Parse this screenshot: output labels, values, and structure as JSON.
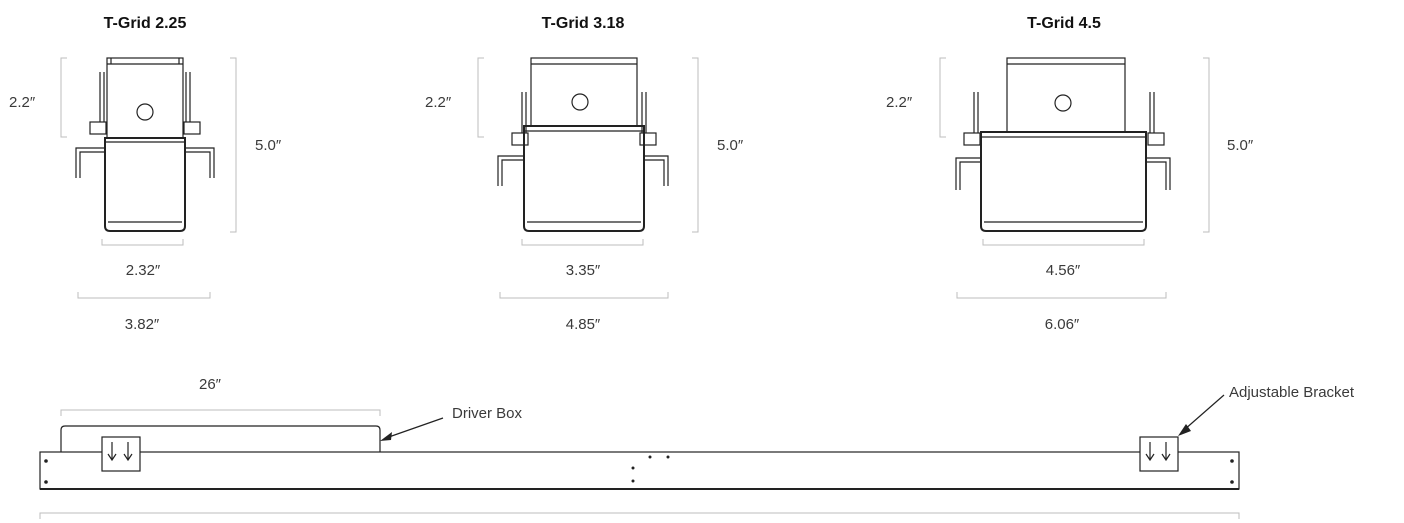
{
  "views": [
    {
      "title": "T-Grid 2.25",
      "dim_top": "2.2″",
      "dim_height": "5.0″",
      "dim_inner_width": "2.32″",
      "dim_outer_width": "3.82″"
    },
    {
      "title": "T-Grid 3.18",
      "dim_top": "2.2″",
      "dim_height": "5.0″",
      "dim_inner_width": "3.35″",
      "dim_outer_width": "4.85″"
    },
    {
      "title": "T-Grid 4.5",
      "dim_top": "2.2″",
      "dim_height": "5.0″",
      "dim_inner_width": "4.56″",
      "dim_outer_width": "6.06″"
    }
  ],
  "side_view": {
    "driver_box_length": "26″",
    "driver_box_callout": "Driver Box",
    "bracket_callout": "Adjustable Bracket"
  }
}
